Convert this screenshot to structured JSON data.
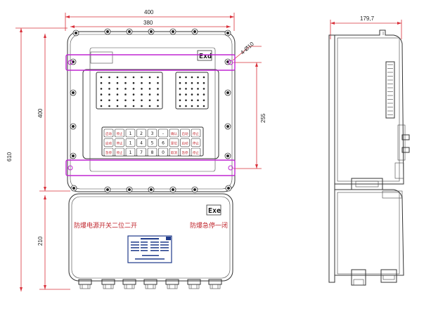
{
  "dimensions": {
    "overall_width": "400",
    "inner_width": "380",
    "total_height": "610",
    "upper_height": "400",
    "mount_spacing": "255",
    "lower_height": "210",
    "side_depth": "179,7",
    "hole_spec": "4-Ø10"
  },
  "upper_box": {
    "marking": "Exd"
  },
  "lower_box": {
    "marking": "Exe",
    "label_left": "防爆电源开关二位二开",
    "label_right": "防爆急停一闭"
  },
  "keypad": {
    "rows": [
      [
        {
          "red": "启动"
        },
        {
          "red": "停止"
        },
        {
          "text": "1"
        },
        {
          "text": "2"
        },
        {
          "text": "3"
        },
        {
          "text": "-"
        },
        {
          "red": "确认"
        },
        {
          "red": "启动"
        },
        {
          "red": "停止"
        }
      ],
      [
        {
          "red": "启动"
        },
        {
          "red": "停止"
        },
        {
          "text": "1"
        },
        {
          "text": "4"
        },
        {
          "text": "5"
        },
        {
          "text": "6"
        },
        {
          "red": "复位"
        },
        {
          "red": "启动"
        },
        {
          "red": "停止"
        }
      ],
      [
        {
          "red": "急停"
        },
        {
          "red": "停止"
        },
        {
          "text": "1"
        },
        {
          "text": "7"
        },
        {
          "text": "8"
        },
        {
          "text": "0"
        },
        {
          "red": "取消"
        },
        {
          "red": "急停"
        },
        {
          "red": "停止"
        }
      ]
    ]
  },
  "colors": {
    "dimension_line": "#d9303a",
    "mounting_bracket": "#c026d3",
    "label_red": "#c0262d",
    "nameplate_blue": "#1e3a8a"
  }
}
